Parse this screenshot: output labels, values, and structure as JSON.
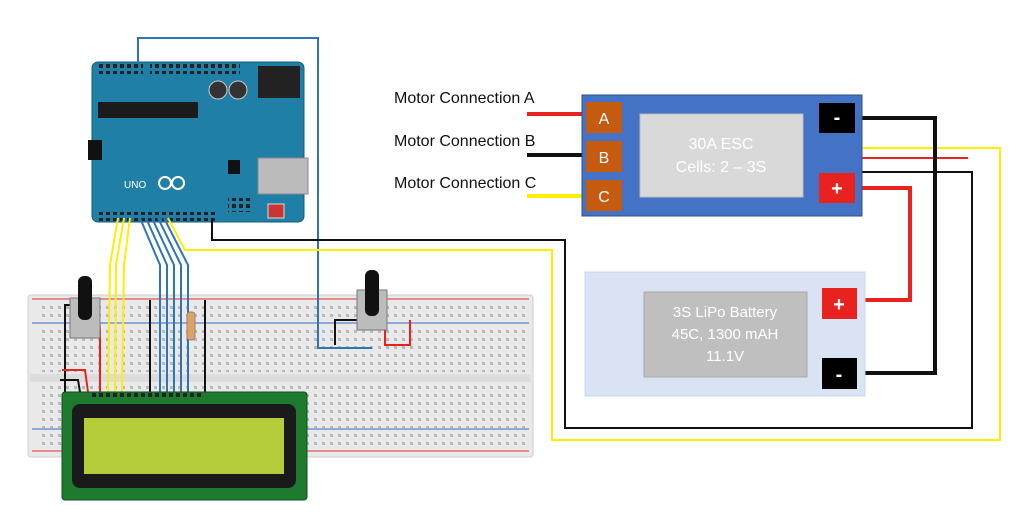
{
  "arduino": {
    "board_text": "UNO"
  },
  "motor_connections": [
    {
      "label": "Motor Connection A",
      "wire_color": "#e8231f"
    },
    {
      "label": "Motor Connection B",
      "wire_color": "#111111"
    },
    {
      "label": "Motor Connection C",
      "wire_color": "#ffee00"
    }
  ],
  "esc": {
    "title": "30A ESC",
    "subtitle": "Cells: 2 – 3S",
    "terminals": [
      "A",
      "B",
      "C"
    ],
    "neg_symbol": "-",
    "pos_symbol": "+",
    "body_color": "#4472c4",
    "terminal_color": "#c55a11"
  },
  "battery": {
    "line1": "3S LiPo Battery",
    "line2": "45C, 1300 mAH",
    "line3": "11.1V",
    "pos_symbol": "+",
    "neg_symbol": "-",
    "panel_color": "#dae3f3"
  },
  "colors": {
    "wire_red": "#e8231f",
    "wire_black": "#111111",
    "wire_yellow": "#ffee00",
    "wire_blue": "#2e75b6",
    "arduino_board": "#1f7fa6",
    "lcd_screen": "#b5cc3a",
    "lcd_pcb": "#1e7a2e"
  }
}
